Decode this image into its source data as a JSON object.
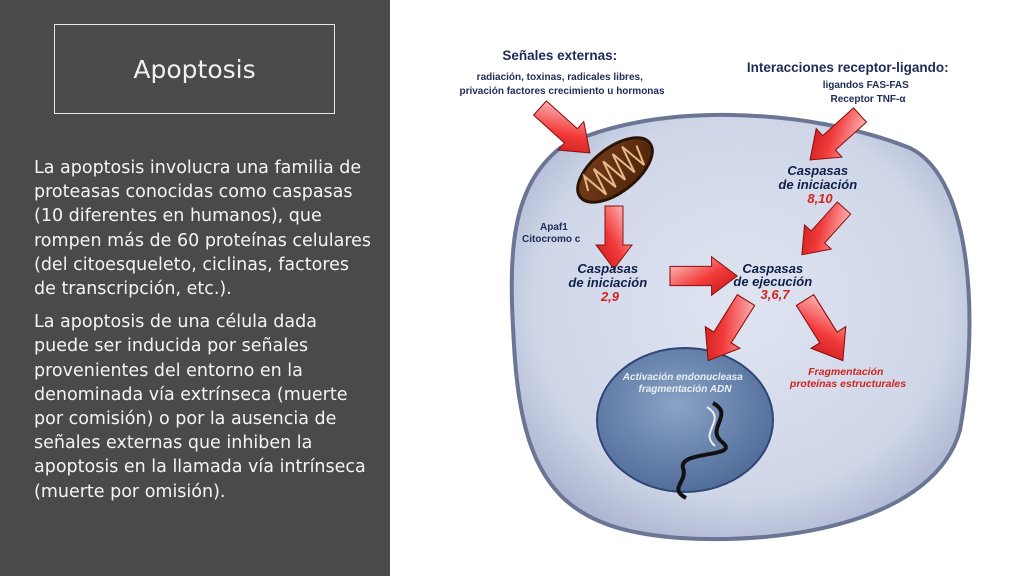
{
  "slide": {
    "title": "Apoptosis",
    "paragraphs": [
      "La apoptosis involucra una familia de proteasas conocidas como caspasas (10 diferentes en humanos), que rompen más de 60 proteínas celulares (del citoesqueleto, ciclinas, factores de transcripción, etc.).",
      "La apoptosis de una célula dada puede ser inducida por señales provenientes del entorno en la denominada vía extrínseca (muerte por comisión) o por la ausencia de señales externas que inhiben la apoptosis en la llamada vía intrínseca (muerte por omisión)."
    ]
  },
  "diagram": {
    "external_signals": {
      "heading": "Señales externas:",
      "line1": "radiación, toxinas, radicales libres,",
      "line2": "privación factores crecimiento u hormonas"
    },
    "receptor": {
      "heading": "Interacciones receptor-ligando:",
      "line1": "ligandos FAS-FAS",
      "line2": "Receptor TNF-α"
    },
    "apaf": {
      "line1": "Apaf1",
      "line2": "Citocromo c"
    },
    "init_right": {
      "line1": "Caspasas",
      "line2": "de iniciación",
      "numbers": "8,10"
    },
    "init_left": {
      "line1": "Caspasas",
      "line2": "de iniciación",
      "numbers": "2,9"
    },
    "exec": {
      "line1": "Caspasas",
      "line2": "de ejecución",
      "numbers": "3,6,7"
    },
    "nucleus": {
      "line1": "Activación endonucleasa",
      "line2": "fragmentación ADN"
    },
    "fragment": {
      "line1": "Fragmentación",
      "line2": "proteínas estructurales"
    },
    "colors": {
      "heading": "#1d2b57",
      "caspase": "#0f1f4a",
      "number": "#d0241e",
      "nucleus_text": "#e9eef6"
    }
  }
}
